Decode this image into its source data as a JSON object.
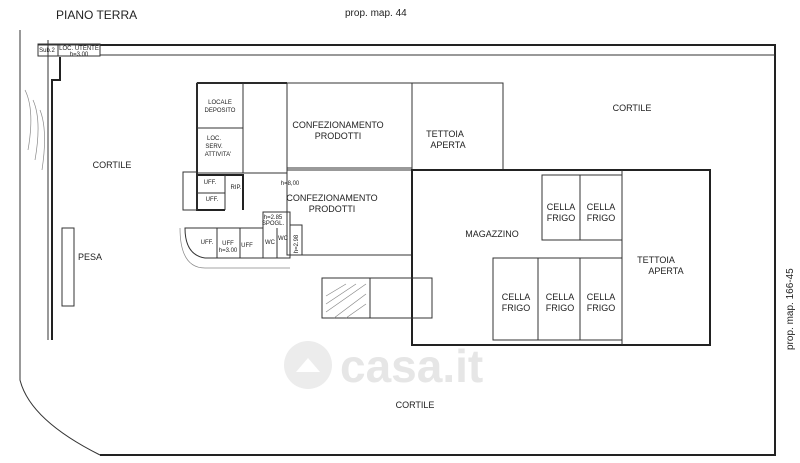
{
  "header": {
    "title": "PIANO TERRA",
    "prop_top": "prop. map. 44",
    "prop_right": "prop. map. 166-45"
  },
  "areas": {
    "cortile_left": "CORTILE",
    "cortile_top_right": "CORTILE",
    "cortile_bottom": "CORTILE",
    "pesa": "PESA"
  },
  "rooms": {
    "sub": "Sub.2",
    "loc_utente": [
      "LOC. UTENTE",
      "h=3.00"
    ],
    "locale_deposito": [
      "LOCALE",
      "DEPOSITO"
    ],
    "loc_serv": [
      "LOC.",
      "SERV.",
      "ATTIVITA'"
    ],
    "confezionamento_1": [
      "CONFEZIONAMENTO",
      "PRODOTTI"
    ],
    "confezionamento_2": [
      "CONFEZIONAMENTO",
      "PRODOTTI"
    ],
    "tettoia_1": [
      "TETTOIA",
      "APERTA"
    ],
    "tettoia_2": [
      "TETTOIA",
      "APERTA"
    ],
    "magazzino": "MAGAZZINO",
    "cella": [
      "CELLA",
      "FRIGO"
    ],
    "uff": "UFF.",
    "uff_plain": "UFF",
    "rip": "RIP.",
    "wc": "WC",
    "spogl": [
      "h=2.85",
      "SPOGL."
    ],
    "h_800": "h=8,00",
    "h_300": "h=3.00",
    "h_298": "h=2.98"
  },
  "watermark": "casa.it"
}
